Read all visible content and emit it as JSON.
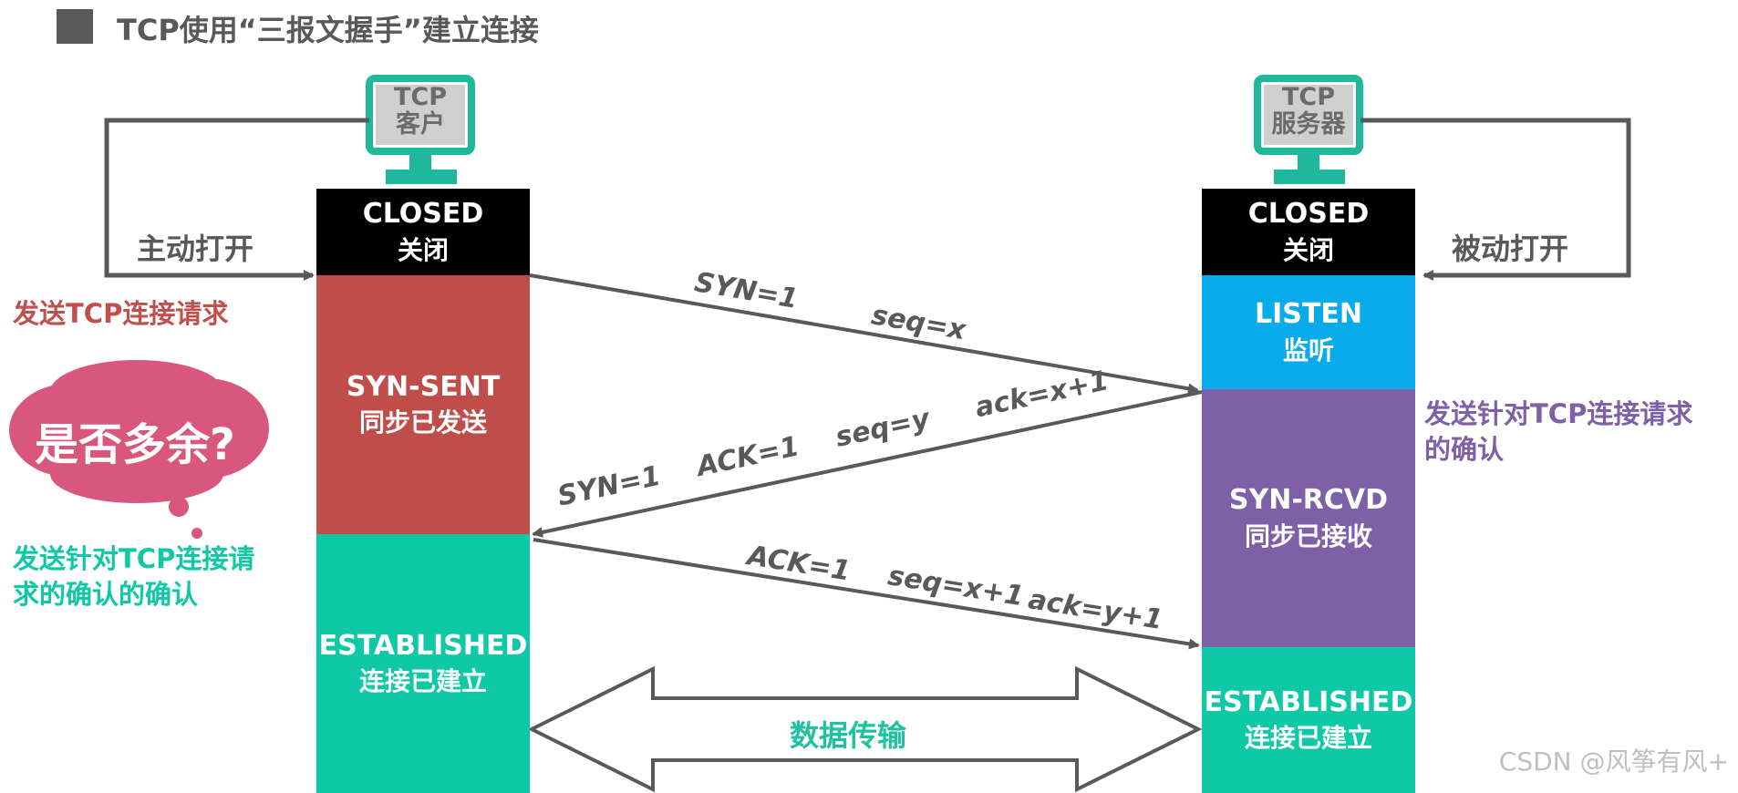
{
  "title": "TCP使用“三报文握手”建立连接",
  "client": {
    "monitor_line1": "TCP",
    "monitor_line2": "客户",
    "open_label": "主动打开",
    "states": [
      {
        "en": "CLOSED",
        "cn": "关闭",
        "color": "#000000"
      },
      {
        "en": "SYN-SENT",
        "cn": "同步已发送",
        "color": "#bf4e4b"
      },
      {
        "en": "ESTABLISHED",
        "cn": "连接已建立",
        "color": "#0fc8a5"
      }
    ]
  },
  "server": {
    "monitor_line1": "TCP",
    "monitor_line2": "服务器",
    "open_label": "被动打开",
    "states": [
      {
        "en": "CLOSED",
        "cn": "关闭",
        "color": "#000000"
      },
      {
        "en": "LISTEN",
        "cn": "监听",
        "color": "#0aabea"
      },
      {
        "en": "SYN-RCVD",
        "cn": "同步已接收",
        "color": "#7d60a6"
      },
      {
        "en": "ESTABLISHED",
        "cn": "连接已建立",
        "color": "#0fc8a5"
      }
    ]
  },
  "messages": {
    "syn": "SYN=1",
    "seq_x": "seq=x",
    "synack": "SYN=1    ACK=1    seq=y     ack=x+1",
    "ack": "ACK=1",
    "seq_x1": "seq=x+1",
    "ack_y1": "ack=y+1"
  },
  "notes": {
    "client_send": "发送TCP连接请求",
    "server_ack_line1": "发送针对TCP连接请求",
    "server_ack_line2": "的确认",
    "client_ack_line1": "发送针对TCP连接请",
    "client_ack_line2": "求的确认的确认"
  },
  "bubble": "是否多余?",
  "data_transfer": "数据传输",
  "watermark": "CSDN @风筝有风+",
  "colors": {
    "note_red": "#c0504d",
    "note_purple": "#7d60a6",
    "note_teal": "#0fc8a5",
    "bubble": "#d9577f",
    "monitor": "#1fb89a"
  }
}
